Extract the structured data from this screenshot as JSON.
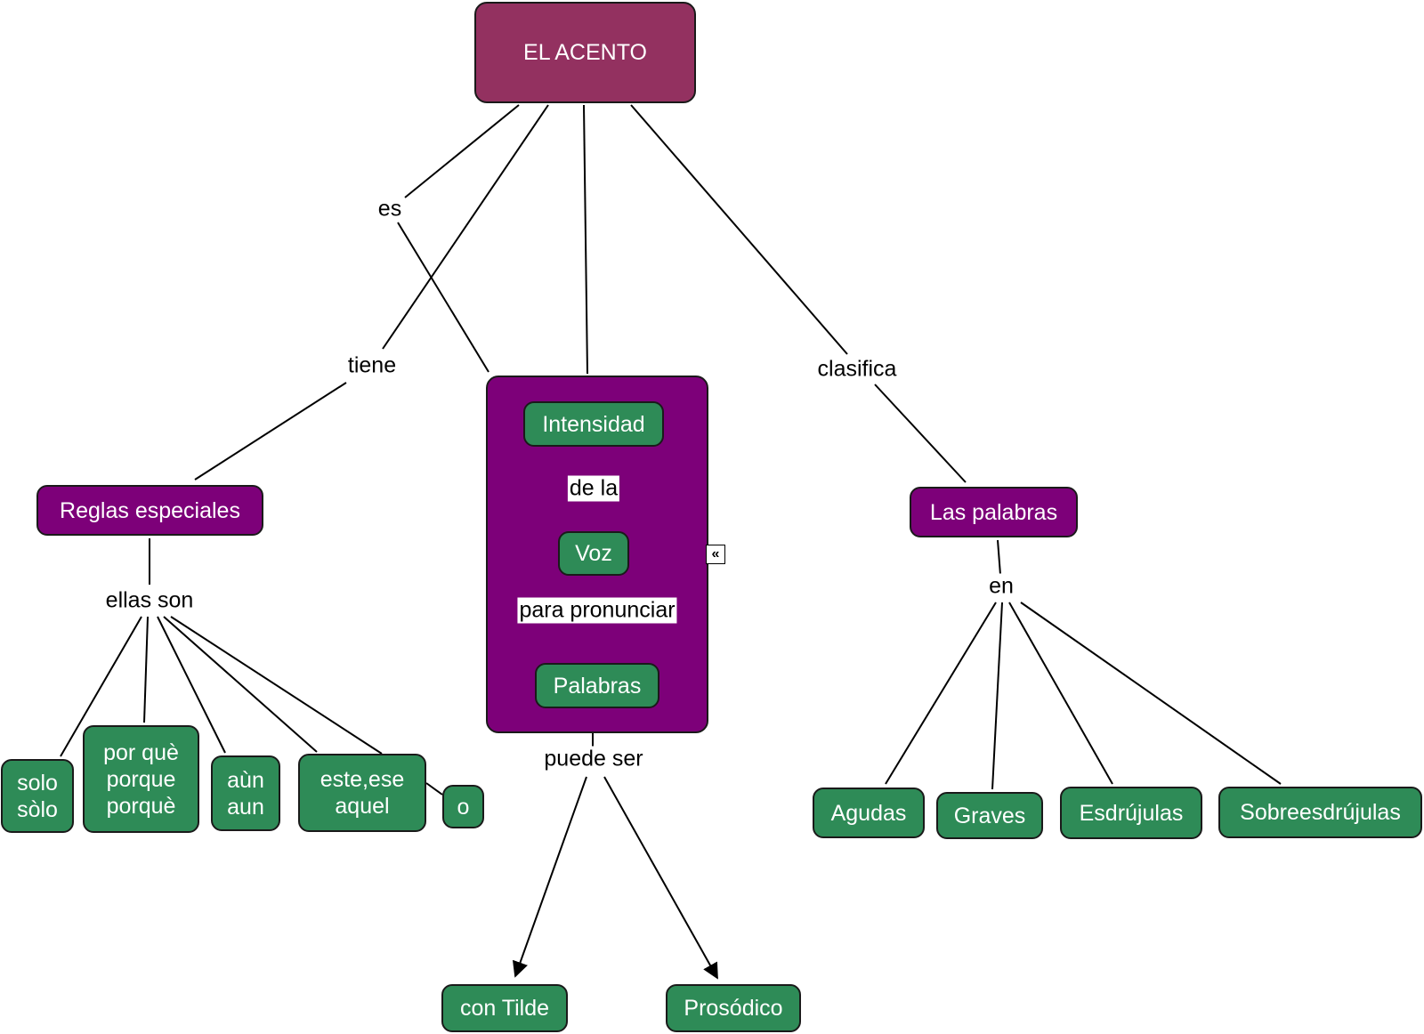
{
  "colors": {
    "root": "#933160",
    "concept": "#7d0079",
    "leaf": "#2e8b57",
    "line": "#000000"
  },
  "root": {
    "label": "EL ACENTO"
  },
  "links": {
    "es": "es",
    "tiene": "tiene",
    "clasifica": "clasifica",
    "ellas_son": "ellas son",
    "en": "en",
    "puede_ser": "puede ser",
    "de_la": "de la",
    "para_pronunciar": "para pronunciar"
  },
  "concepts": {
    "reglas": "Reglas especiales",
    "palabras_clas": "Las palabras"
  },
  "definition": {
    "intensidad": "Intensidad",
    "voz": "Voz",
    "palabras": "Palabras",
    "expander_icon": "double-chevron-left-icon"
  },
  "rules": [
    {
      "lines": [
        "solo",
        "sòlo"
      ]
    },
    {
      "lines": [
        "por què",
        "porque",
        "porquè"
      ]
    },
    {
      "lines": [
        "aùn",
        "aun"
      ]
    },
    {
      "lines": [
        "este,ese",
        "aquel"
      ]
    },
    {
      "lines": [
        "o"
      ]
    }
  ],
  "types": [
    "Agudas",
    "Graves",
    "Esdrújulas",
    "Sobreesdrújulas"
  ],
  "accent_kinds": [
    "con Tilde",
    "Prosódico"
  ]
}
